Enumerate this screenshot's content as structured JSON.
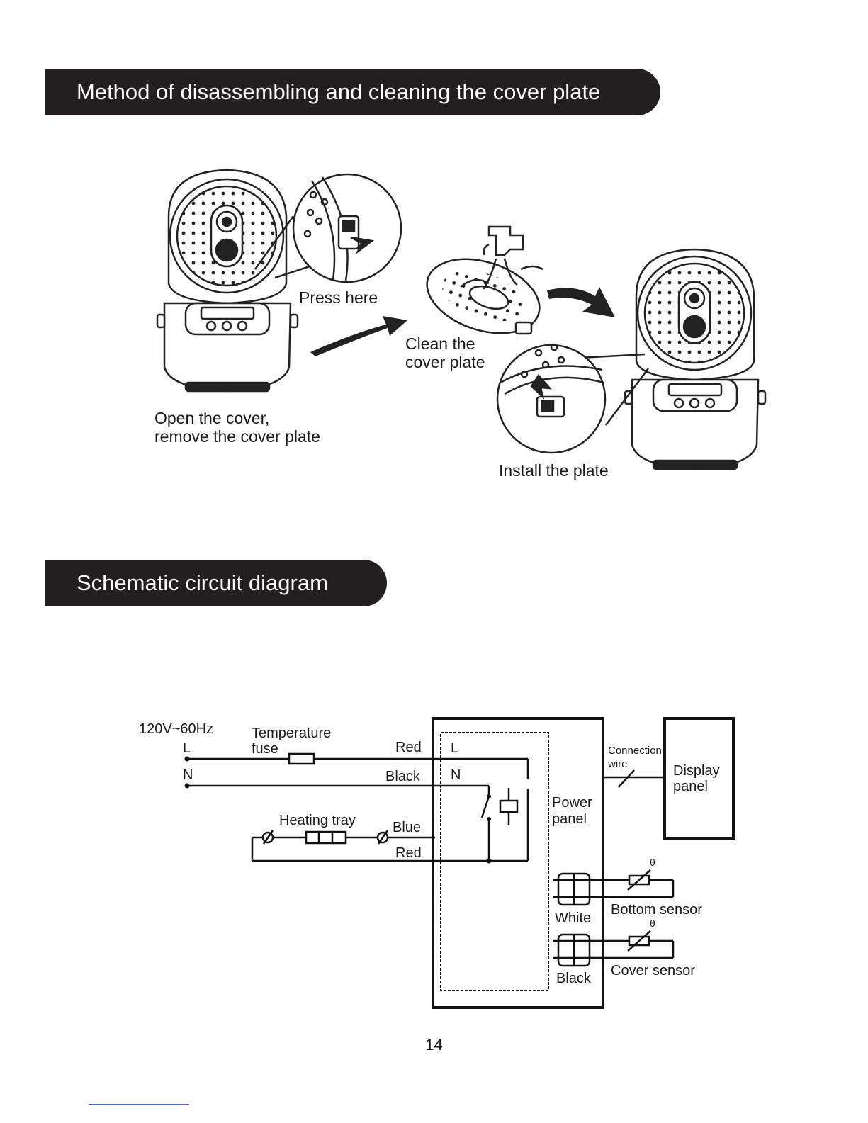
{
  "sections": {
    "cleaning": {
      "title": "Method of disassembling and cleaning the cover plate"
    },
    "circuit": {
      "title": "Schematic circuit diagram"
    }
  },
  "steps": {
    "open_line1": "Open the cover,",
    "open_line2": "remove the cover plate",
    "press": "Press here",
    "clean_line1": "Clean the",
    "clean_line2": "cover plate",
    "install": "Install the plate"
  },
  "circuit": {
    "supply": "120V~60Hz",
    "line_L": "L",
    "line_N": "N",
    "fuse_line1": "Temperature",
    "fuse_line2": "fuse",
    "wire_red_top": "Red",
    "wire_black": "Black",
    "heating_tray": "Heating tray",
    "wire_blue": "Blue",
    "wire_red_bottom": "Red",
    "panel_L": "L",
    "panel_N": "N",
    "power_line1": "Power",
    "power_line2": "panel",
    "conn_line1": "Connection",
    "conn_line2": "wire",
    "display_line1": "Display",
    "display_line2": "panel",
    "theta_top": "θ",
    "bottom_sensor": "Bottom sensor",
    "white": "White",
    "theta_bottom": "θ",
    "cover_sensor": "Cover sensor",
    "black_conn": "Black"
  },
  "page": {
    "number": "14"
  }
}
